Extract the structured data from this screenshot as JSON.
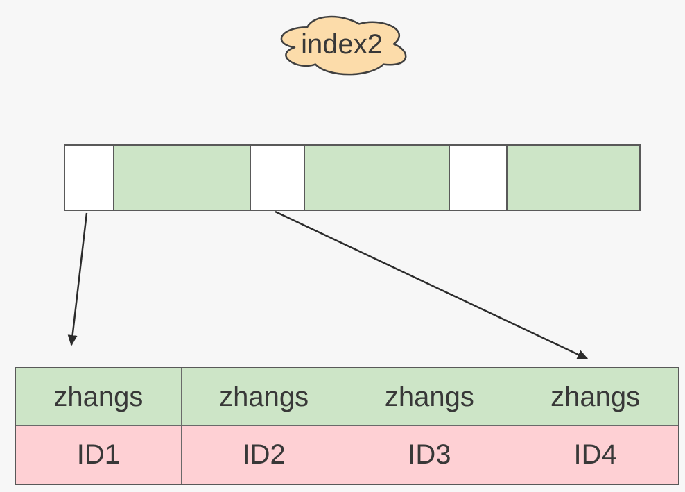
{
  "diagram": {
    "cloud": {
      "label": "index2"
    },
    "index_bar": {
      "description": "secondary index blocks, alternating empty and filled segments",
      "segments": [
        {
          "state": "empty"
        },
        {
          "state": "filled"
        },
        {
          "state": "empty"
        },
        {
          "state": "filled"
        },
        {
          "state": "empty"
        },
        {
          "state": "filled"
        }
      ]
    },
    "table": {
      "name_row": [
        "zhangs",
        "zhangs",
        "zhangs",
        "zhangs"
      ],
      "id_row": [
        "ID1",
        "ID2",
        "ID3",
        "ID4"
      ]
    },
    "colors": {
      "background": "#f7f7f7",
      "cloud_fill": "#fcdcaa",
      "filled_segment_green": "#cde5c7",
      "empty_segment_white": "#ffffff",
      "id_row_pink": "#fed0d4",
      "outline_gray": "#595959",
      "arrow_black": "#2b2b2b",
      "text_dark": "#383838"
    }
  }
}
